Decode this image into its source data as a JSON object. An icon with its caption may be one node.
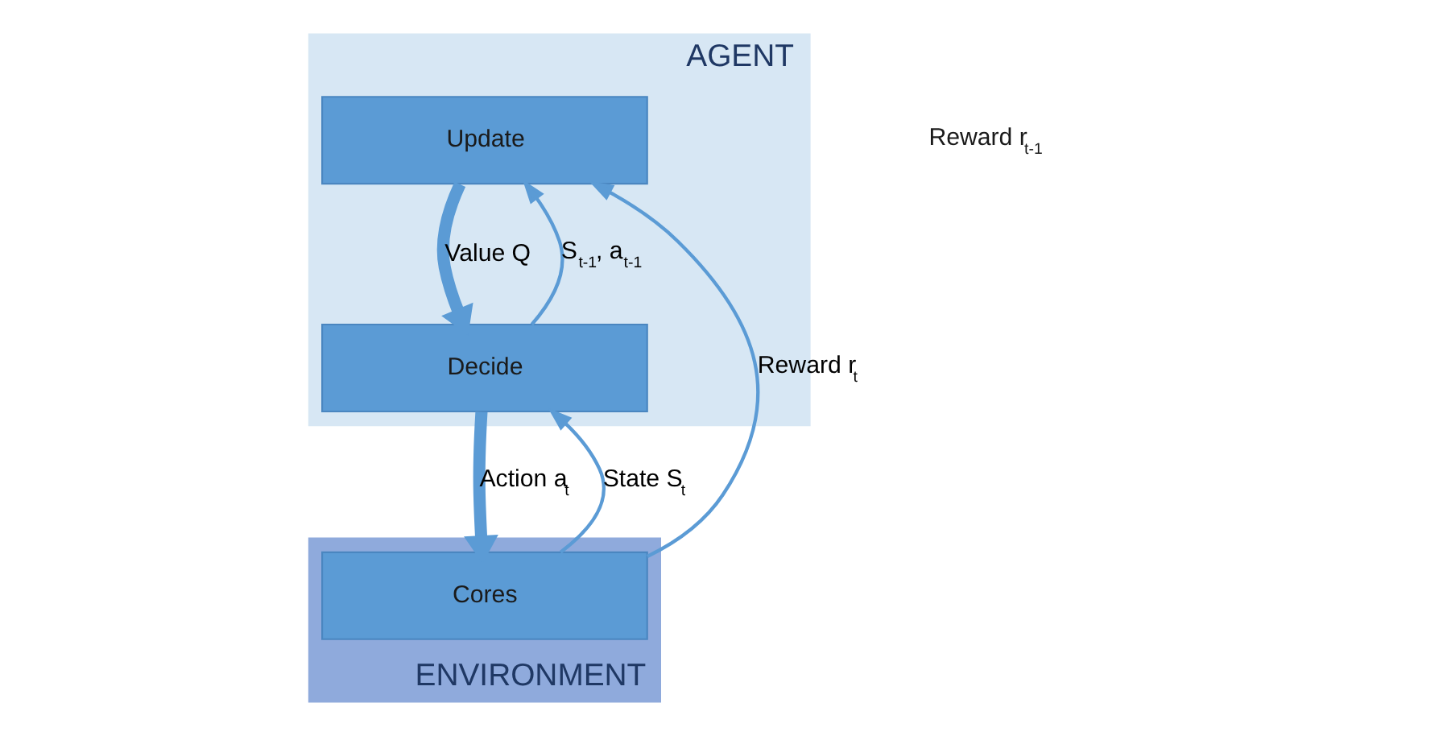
{
  "diagram": {
    "nodes": [
      {
        "text": [
          "AGENT"
        ]
      },
      {
        "text": [
          "Update"
        ],
        "in": 0
      },
      {
        "text": [
          "Decide"
        ],
        "in": 0
      },
      {
        "text": [
          "ENVIRONMENT"
        ]
      },
      {
        "text": [
          "Cores"
        ],
        "in": 3
      }
    ],
    "edges": [
      {
        "from": 1,
        "to": 2,
        "arrow": "to",
        "label": "Value Q",
        "style": "thick"
      },
      {
        "from": 2,
        "to": 1,
        "arrow": "to",
        "label": "S$_{t-1}$, a$_{t-1}$"
      },
      {
        "from": 2,
        "to": 4,
        "arrow": "to",
        "label": "Action a$_{t}$",
        "style": "thick"
      },
      {
        "from": 4,
        "to": 2,
        "arrow": "to",
        "label": "State S$_{t}$"
      },
      {
        "from": 4,
        "to": 1,
        "arrow": "to",
        "label": "Reward r$_{t}$"
      }
    ],
    "labels": [
      "Reward r$_{t-1}$"
    ]
  }
}
